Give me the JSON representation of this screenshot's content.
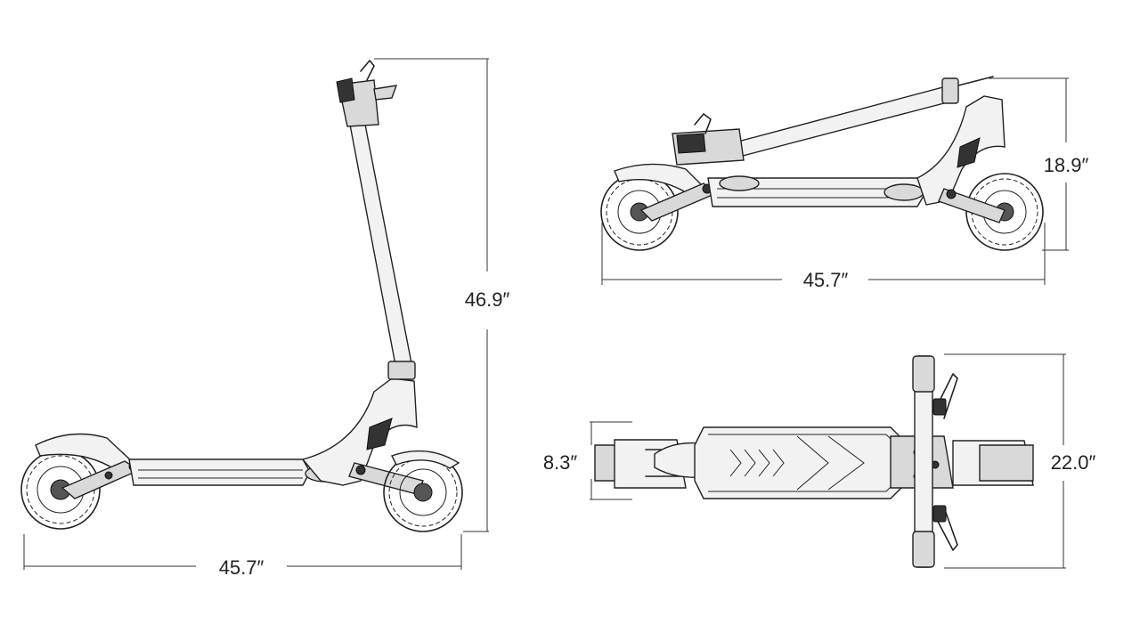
{
  "views": {
    "side_upright": {
      "height_label": "46.9″",
      "length_label": "45.7″"
    },
    "side_folded": {
      "height_label": "18.9″",
      "length_label": "45.7″"
    },
    "top": {
      "deck_width_label": "8.3″",
      "handlebar_width_label": "22.0″"
    }
  }
}
